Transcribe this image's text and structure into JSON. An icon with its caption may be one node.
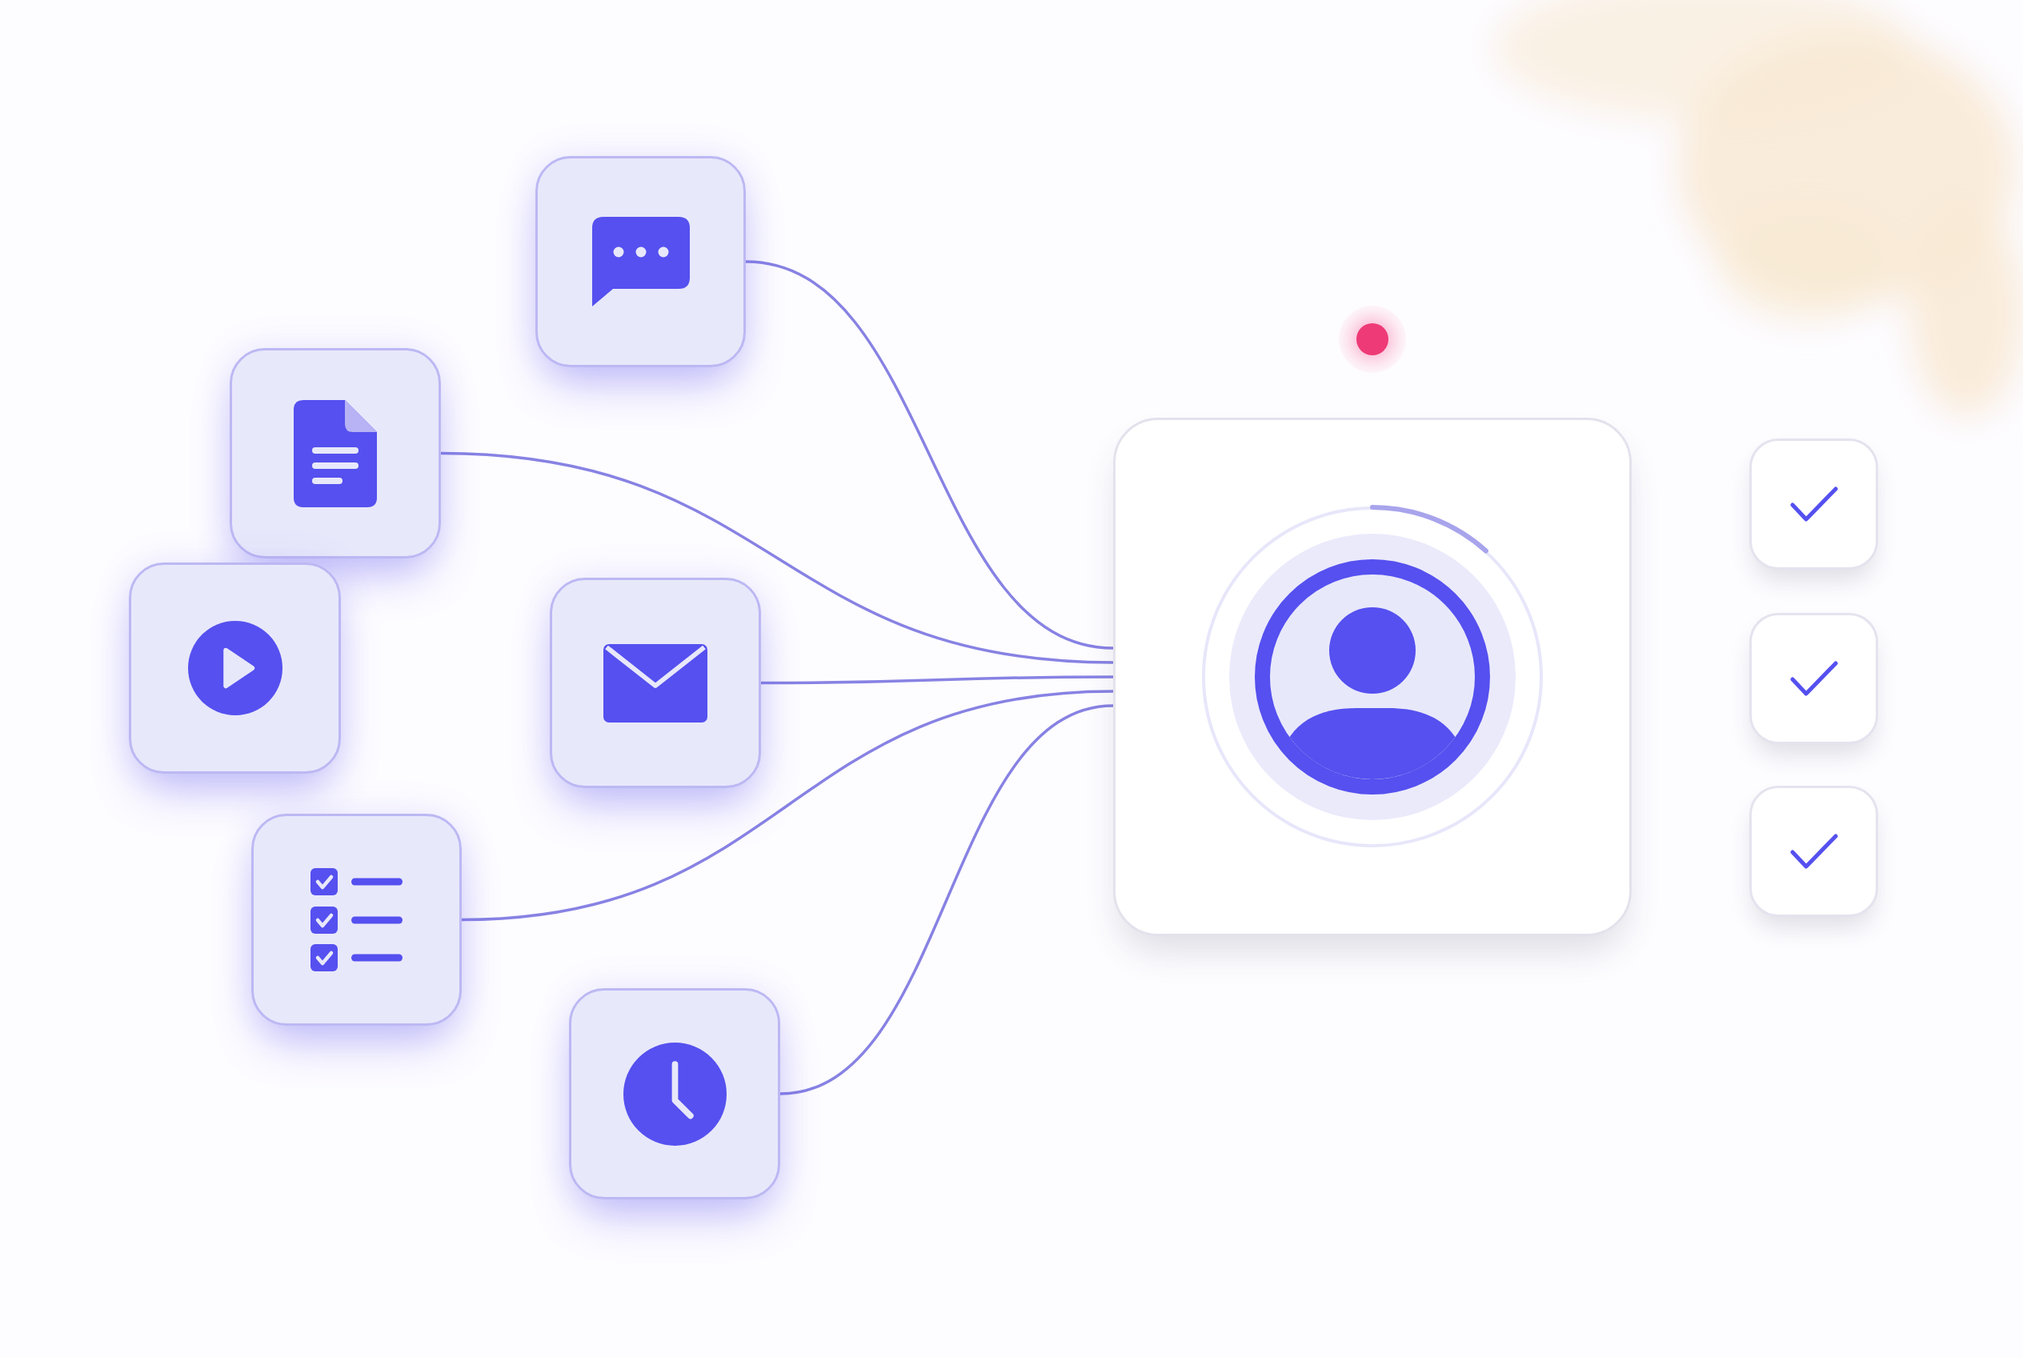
{
  "diagram": {
    "nodes": [
      {
        "text": [],
        "shape": "box"
      },
      {
        "text": [],
        "shape": "box"
      },
      {
        "text": [],
        "shape": "box"
      },
      {
        "text": [],
        "shape": "box"
      },
      {
        "text": [],
        "shape": "box"
      },
      {
        "text": [],
        "shape": "box"
      },
      {
        "text": [],
        "shape": "box"
      },
      {
        "text": [],
        "shape": "box"
      },
      {
        "text": [],
        "shape": "box"
      },
      {
        "text": [],
        "shape": "box"
      }
    ],
    "edges": [
      {
        "from": 0,
        "to": 6,
        "arrow": "none"
      },
      {
        "from": 1,
        "to": 6,
        "arrow": "none"
      },
      {
        "from": 3,
        "to": 6,
        "arrow": "none"
      },
      {
        "from": 4,
        "to": 6,
        "arrow": "none"
      },
      {
        "from": 5,
        "to": 6,
        "arrow": "none"
      }
    ]
  }
}
